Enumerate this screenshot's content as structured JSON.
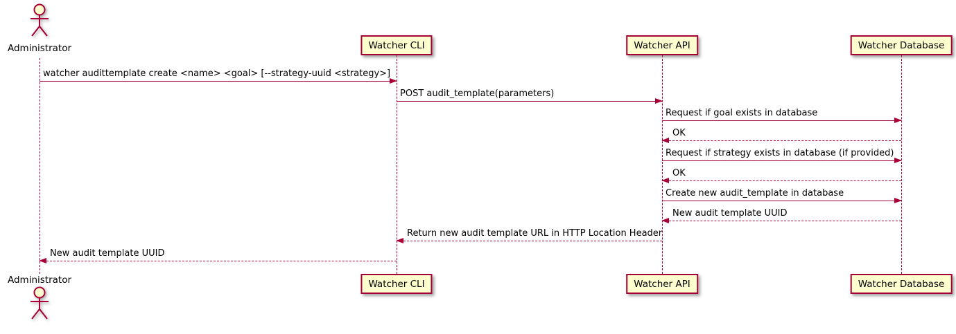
{
  "diagram": {
    "type": "uml-sequence",
    "colors": {
      "accent": "#A80036",
      "participant_fill": "#FEFECE",
      "text": "#000000",
      "background": "#FFFFFF"
    },
    "actor": {
      "name": "Administrator"
    },
    "participants": [
      {
        "label": "Watcher CLI"
      },
      {
        "label": "Watcher API"
      },
      {
        "label": "Watcher Database"
      }
    ],
    "messages": [
      {
        "from": "Administrator",
        "to": "Watcher CLI",
        "style": "solid",
        "text": "watcher audittemplate create <name> <goal> [--strategy-uuid <strategy>]"
      },
      {
        "from": "Watcher CLI",
        "to": "Watcher API",
        "style": "solid",
        "text": "POST audit_template(parameters)"
      },
      {
        "from": "Watcher API",
        "to": "Watcher Database",
        "style": "solid",
        "text": "Request if goal exists in database"
      },
      {
        "from": "Watcher Database",
        "to": "Watcher API",
        "style": "dashed",
        "text": "OK"
      },
      {
        "from": "Watcher API",
        "to": "Watcher Database",
        "style": "solid",
        "text": "Request if strategy exists in database (if provided)"
      },
      {
        "from": "Watcher Database",
        "to": "Watcher API",
        "style": "dashed",
        "text": "OK"
      },
      {
        "from": "Watcher API",
        "to": "Watcher Database",
        "style": "solid",
        "text": "Create new audit_template in database"
      },
      {
        "from": "Watcher Database",
        "to": "Watcher API",
        "style": "dashed",
        "text": "New audit template UUID"
      },
      {
        "from": "Watcher API",
        "to": "Watcher CLI",
        "style": "dashed",
        "text": "Return new audit template URL in HTTP Location Header"
      },
      {
        "from": "Watcher CLI",
        "to": "Administrator",
        "style": "dashed",
        "text": "New audit template UUID"
      }
    ]
  }
}
